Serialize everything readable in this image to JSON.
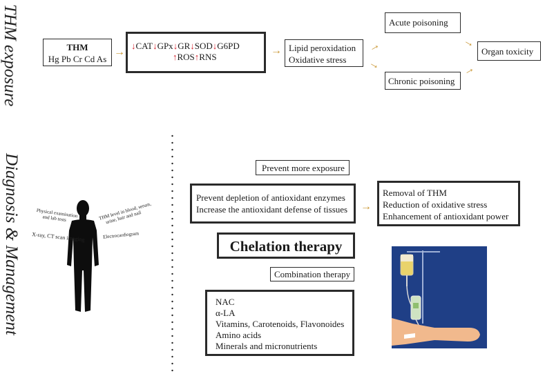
{
  "side_labels": {
    "top": "THM exposure",
    "bottom": "Diagnosis & Management"
  },
  "thm_box": {
    "title": "THM",
    "metals": "Hg Pb Cr Cd As"
  },
  "enzyme_box": {
    "row1": [
      {
        "dir": "down",
        "label": "CAT"
      },
      {
        "dir": "down",
        "label": "GPx"
      },
      {
        "dir": "down",
        "label": "GR"
      },
      {
        "dir": "down",
        "label": "SOD"
      },
      {
        "dir": "down",
        "label": "G6PD"
      }
    ],
    "row2": [
      {
        "dir": "up",
        "label": "ROS"
      },
      {
        "dir": "up",
        "label": "RNS"
      }
    ]
  },
  "lipid_box": {
    "line1": "Lipid peroxidation",
    "line2": "Oxidative stress"
  },
  "acute": "Acute poisoning",
  "chronic": "Chronic poisoning",
  "organ": "Organ toxicity",
  "diag_labels": {
    "exam_1": "Physical examination",
    "exam_2": "and lab tests",
    "thm_1": "THM level in blood, serum,",
    "thm_2": "urine, hair and nail",
    "xray": "X-ray, CT scan imaging",
    "ecg": "Electrocardiogram"
  },
  "prevent": "Prevent more exposure",
  "prevent_depletion": {
    "line1": "Prevent depletion of antioxidant enzymes",
    "line2": "Increase the antioxidant defense of tissues"
  },
  "removal": {
    "line1": "Removal of THM",
    "line2": "Reduction of oxidative stress",
    "line3": "Enhancement of antioxidant power"
  },
  "chelation": "Chelation therapy",
  "combination": "Combination therapy",
  "agents": [
    "NAC",
    "α-LA",
    "Vitamins, Carotenoids, Flavonoides",
    "Amino acids",
    "Minerals and micronutrients"
  ],
  "colors": {
    "arrow": "#c8942e",
    "red_arrow": "#d21f2a",
    "iv_bg": "#1f3f86"
  }
}
